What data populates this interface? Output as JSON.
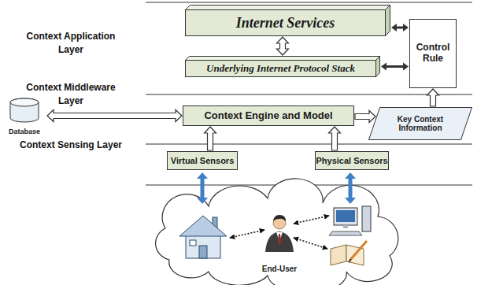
{
  "diagram": {
    "nodes": [
      {
        "text": [
          "Internet Services"
        ]
      },
      {
        "text": [
          "Control Rule"
        ]
      },
      {
        "text": [
          "Underlying Internet Protocol Stack"
        ]
      },
      {
        "text": [
          "Database"
        ]
      },
      {
        "text": [
          "Context Engine and Model"
        ]
      },
      {
        "text": [
          "Key Context Information"
        ]
      },
      {
        "text": [
          "Virtual Sensors"
        ]
      },
      {
        "text": [
          "Physical Sensors"
        ]
      },
      {
        "text": [
          "End-User"
        ]
      }
    ],
    "edges": [
      {
        "from": 0,
        "to": 2,
        "arrow": "both"
      },
      {
        "from": 0,
        "to": 1,
        "arrow": "both"
      },
      {
        "from": 2,
        "to": 1,
        "arrow": "both"
      },
      {
        "from": 3,
        "to": 4,
        "arrow": "both"
      },
      {
        "from": 4,
        "to": 5,
        "arrow": "to"
      },
      {
        "from": 5,
        "to": 1,
        "arrow": "to"
      },
      {
        "from": 6,
        "to": 4,
        "arrow": "to"
      },
      {
        "from": 7,
        "to": 4,
        "arrow": "to"
      }
    ],
    "labels": [
      "Context Application Layer",
      "Context Middleware Layer",
      "Context Sensing Layer"
    ]
  }
}
